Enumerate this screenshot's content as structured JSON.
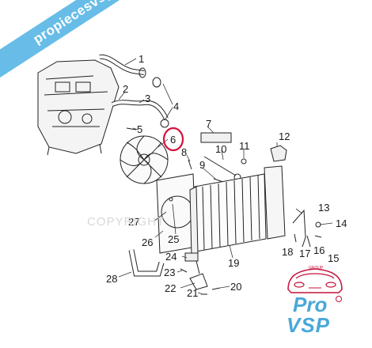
{
  "watermark": {
    "banner_text": "propiecesvsp.com",
    "copyright_text": "COPYRIGHT",
    "banner_color": "#5bb8e6"
  },
  "logo": {
    "group_label": "GROUP",
    "pro": "Pro",
    "vsp": "VSP",
    "accent_color": "#c4123a",
    "brand_color": "#4aa8d8"
  },
  "callouts": {
    "n1": "1",
    "n2": "2",
    "n3": "3",
    "n4": "4",
    "n5": "5",
    "n6": "6",
    "n7": "7",
    "n8": "8",
    "n9": "9",
    "n10": "10",
    "n11": "11",
    "n12": "12",
    "n13": "13",
    "n14": "14",
    "n15": "15",
    "n16": "16",
    "n17": "17",
    "n18": "18",
    "n19": "19",
    "n20": "20",
    "n21": "21",
    "n22": "22",
    "n23": "23",
    "n24": "24",
    "n25": "25",
    "n26": "26",
    "n27": "27",
    "n28": "28"
  },
  "highlight_color": "#d4143c"
}
